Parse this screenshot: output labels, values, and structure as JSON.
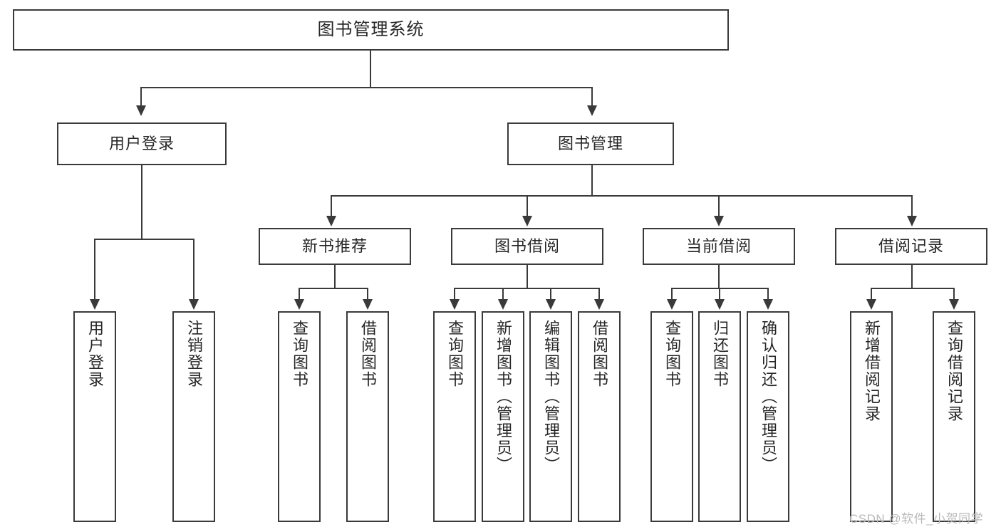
{
  "diagram": {
    "type": "tree",
    "title": "图书管理系统",
    "root": {
      "label": "图书管理系统"
    },
    "level1": [
      {
        "label": "用户登录"
      },
      {
        "label": "图书管理"
      }
    ],
    "level2": [
      {
        "label": "新书推荐"
      },
      {
        "label": "图书借阅"
      },
      {
        "label": "当前借阅"
      },
      {
        "label": "借阅记录"
      }
    ],
    "leaves": {
      "user_login": [
        {
          "label": "用户登录"
        },
        {
          "label": "注销登录"
        }
      ],
      "new_book_recommend": [
        {
          "label": "查询图书"
        },
        {
          "label": "借阅图书"
        }
      ],
      "book_borrow": [
        {
          "label": "查询图书"
        },
        {
          "label": "新增图书（管理员）"
        },
        {
          "label": "编辑图书（管理员）"
        },
        {
          "label": "借阅图书"
        }
      ],
      "current_borrow": [
        {
          "label": "查询图书"
        },
        {
          "label": "归还图书"
        },
        {
          "label": "确认归还（管理员）"
        }
      ],
      "borrow_record": [
        {
          "label": "新增借阅记录"
        },
        {
          "label": "查询借阅记录"
        }
      ]
    }
  },
  "watermark": {
    "text": "CSDN @软件_小贺同学"
  },
  "colors": {
    "stroke": "#3a3a3a",
    "text": "#262626",
    "background": "#ffffff",
    "watermark": "#b9b9b9"
  }
}
